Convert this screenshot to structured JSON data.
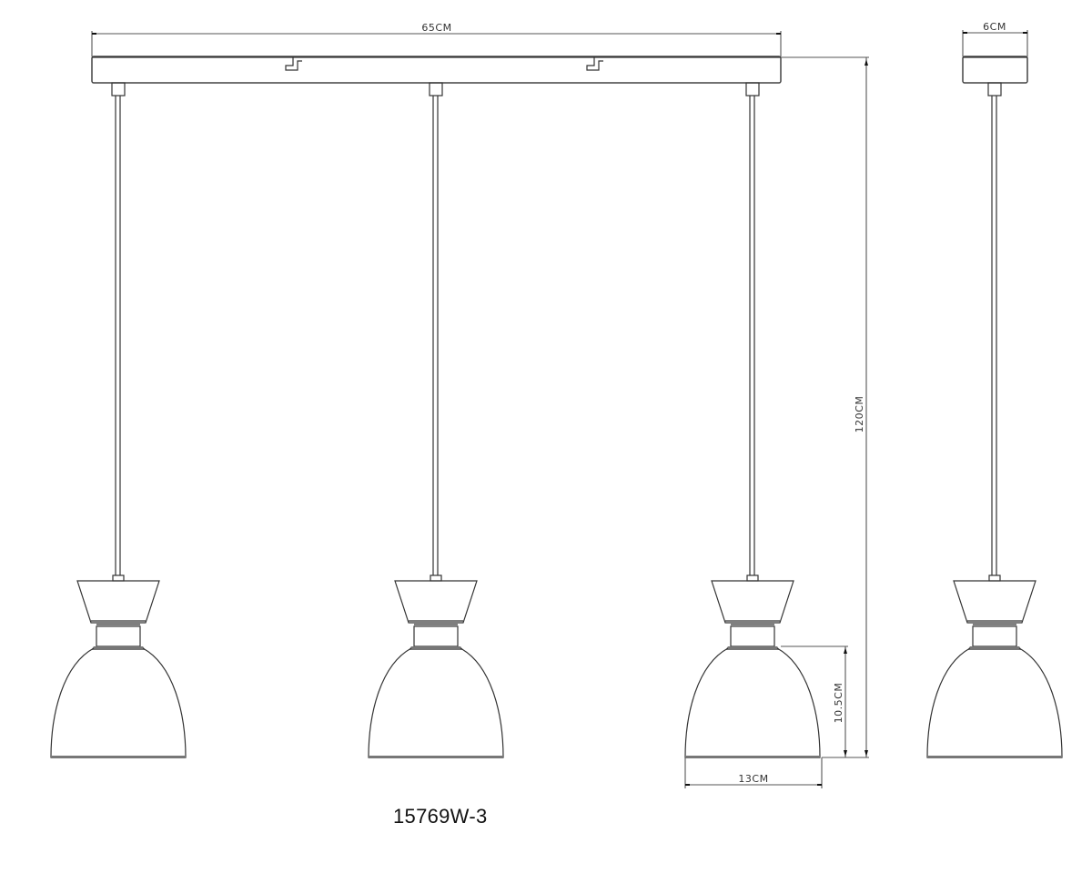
{
  "drawing": {
    "type": "technical dimension drawing",
    "subject": "3-light linear pendant lamp",
    "model_number": "15769W-3",
    "dimensions": {
      "canopy_length": "65CM",
      "canopy_width": "6CM",
      "overall_height": "120CM",
      "shade_height": "10.5CM",
      "shade_diameter": "13CM"
    },
    "views": [
      {
        "name": "front-view",
        "pendant_count": 3
      },
      {
        "name": "side-view",
        "pendant_count": 1
      }
    ],
    "line_color": "#333333",
    "background": "#ffffff"
  }
}
